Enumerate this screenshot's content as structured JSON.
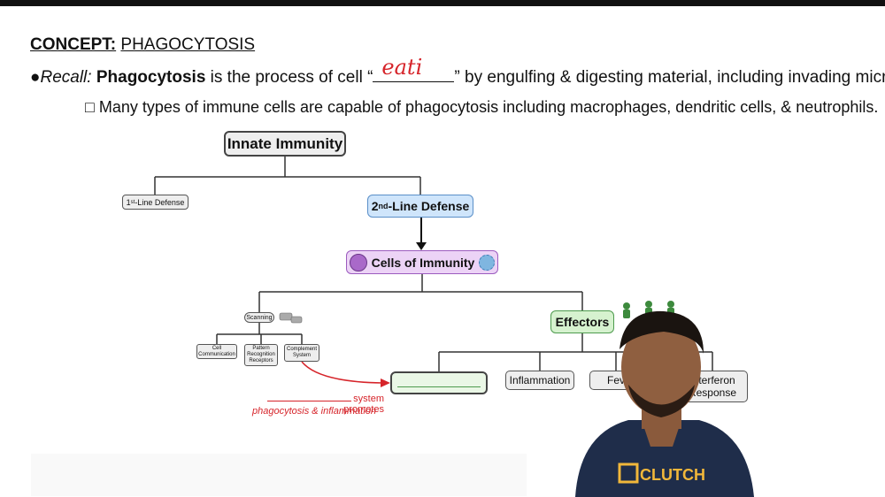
{
  "header": {
    "concept_label": "CONCEPT:",
    "concept_title": "PHAGOCYTOSIS"
  },
  "recall": {
    "prefix": "Recall:",
    "term": "Phagocytosis",
    "text_before": "is the process of cell “",
    "handwritten_fill": "eati",
    "text_after": "” by engulfing & digesting material, including invading microbes."
  },
  "subpoint": {
    "text": "Many types of immune cells are capable of phagocytosis including macrophages, dendritic cells, & neutrophils."
  },
  "diagram": {
    "innate": "Innate Immunity",
    "first_line_num": "1",
    "first_line_sup": "st",
    "first_line_text": "-Line Defense",
    "second_line_num": "2",
    "second_line_sup": "nd",
    "second_line_text": "-Line Defense",
    "cells": "Cells of Immunity",
    "scanning": "Scanning",
    "cell_comm": "Cell Communication",
    "pattern": "Pattern Recognition Receptors",
    "complement": "Complement System",
    "effectors": "Effectors",
    "inflammation": "Inflammation",
    "fever": "Fev",
    "interferon": "Interferon Response",
    "note_line1": "system promotes",
    "note_line2": "phagocytosis & inflammation"
  },
  "presenter": {
    "shirt_text": "CLUTCH"
  },
  "colors": {
    "accent_red": "#d6242a",
    "blue_box": "#cfe5fb",
    "purple_box": "#ecd3f6",
    "green_box": "#d6f2cf"
  }
}
